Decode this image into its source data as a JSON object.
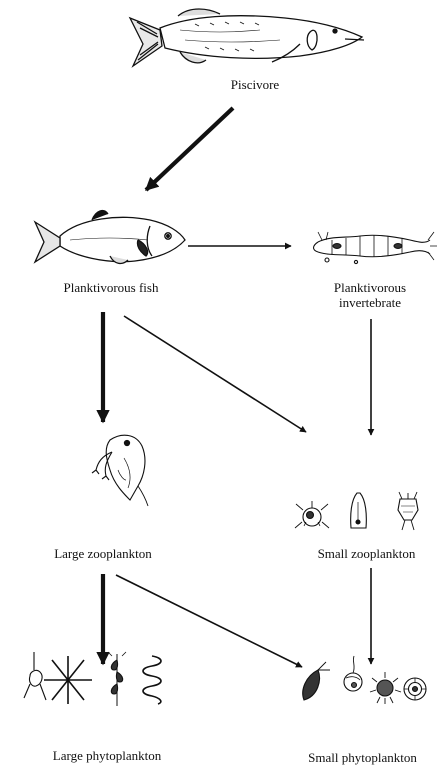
{
  "nodes": {
    "piscivore": "Piscivore",
    "planktivorous_fish": "Planktivorous fish",
    "planktivorous_invertebrate_line1": "Planktivorous",
    "planktivorous_invertebrate_line2": "invertebrate",
    "large_zooplankton": "Large zooplankton",
    "small_zooplankton": "Small zooplankton",
    "large_phytoplankton": "Large phytoplankton",
    "small_phytoplankton": "Small phytoplankton"
  },
  "links": [
    {
      "from": "Piscivore",
      "to": "Planktivorous fish",
      "strength": "strong"
    },
    {
      "from": "Planktivorous fish",
      "to": "Planktivorous invertebrate",
      "strength": "weak"
    },
    {
      "from": "Planktivorous fish",
      "to": "Large zooplankton",
      "strength": "strong"
    },
    {
      "from": "Planktivorous fish",
      "to": "Small zooplankton",
      "strength": "weak"
    },
    {
      "from": "Planktivorous invertebrate",
      "to": "Small zooplankton",
      "strength": "weak"
    },
    {
      "from": "Large zooplankton",
      "to": "Large phytoplankton",
      "strength": "strong"
    },
    {
      "from": "Large zooplankton",
      "to": "Small phytoplankton",
      "strength": "weak"
    },
    {
      "from": "Small zooplankton",
      "to": "Small phytoplankton",
      "strength": "weak"
    }
  ],
  "colors": {
    "ink": "#111111",
    "background": "#ffffff"
  }
}
